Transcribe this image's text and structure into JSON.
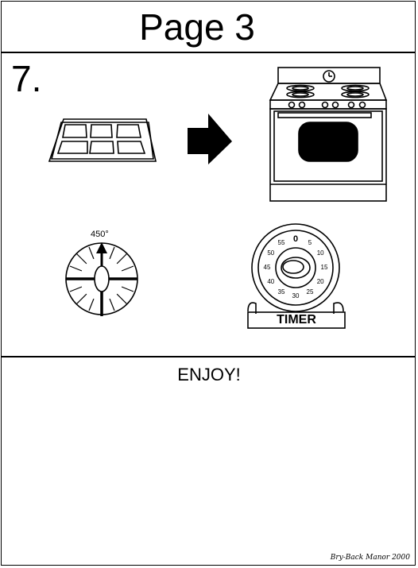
{
  "page": {
    "title": "Page 3",
    "step_number": "7.",
    "temperature_label": "450°",
    "timer_label": "TIMER",
    "timer_numbers": [
      "0",
      "5",
      "10",
      "15",
      "20",
      "25",
      "30",
      "35",
      "40",
      "45",
      "50",
      "55"
    ],
    "closing_text": "ENJOY!",
    "credit": "Bry-Back Manor 2000"
  },
  "icons": {
    "tray": "muffin-tray-icon",
    "arrow": "right-arrow-icon",
    "oven": "oven-icon",
    "dial": "temperature-dial-icon",
    "timer": "kitchen-timer-icon"
  }
}
